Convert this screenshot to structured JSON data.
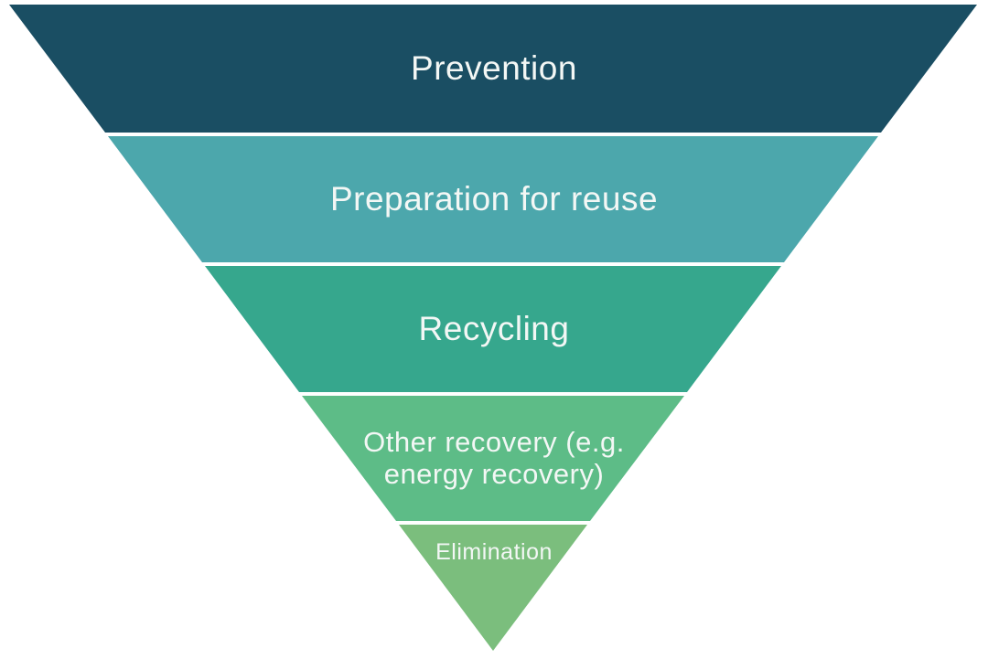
{
  "diagram": {
    "type": "inverted-pyramid",
    "background": "#FFFFFF",
    "text_color": "#F3F7F5",
    "layers": [
      {
        "label": "Prevention",
        "color": "#1A4E63"
      },
      {
        "label": "Preparation for reuse",
        "color": "#4CA7AC"
      },
      {
        "label": "Recycling",
        "color": "#36A78D"
      },
      {
        "label": "Other recovery (e.g. energy recovery)",
        "color": "#5DBC87"
      },
      {
        "label": "Elimination",
        "color": "#7BBE7D"
      }
    ]
  }
}
